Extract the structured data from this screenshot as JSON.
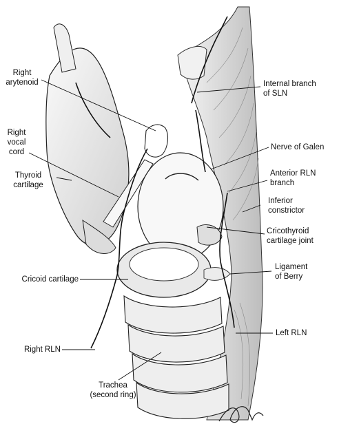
{
  "labels": {
    "right_arytenoid": [
      "Right",
      "arytenoid"
    ],
    "right_vocal_cord": [
      "Right",
      "vocal",
      "cord"
    ],
    "thyroid_cartilage": [
      "Thyroid",
      "cartilage"
    ],
    "cricoid_cartilage": [
      "Cricoid cartilage"
    ],
    "right_rln": [
      "Right RLN"
    ],
    "trachea": [
      "Trachea",
      "(second ring)"
    ],
    "internal_branch_sln": [
      "Internal branch",
      "of SLN"
    ],
    "nerve_of_galen": [
      "Nerve of Galen"
    ],
    "anterior_rln_branch": [
      "Anterior RLN",
      "branch"
    ],
    "inferior_constrictor": [
      "Inferior",
      "constrictor"
    ],
    "cricothyroid_joint": [
      "Cricothyroid",
      "cartilage joint"
    ],
    "ligament_of_berry": [
      "Ligament",
      "of Berry"
    ],
    "left_rln": [
      "Left RLN"
    ]
  },
  "colors": {
    "ink": "#111111",
    "shade": "#c9c9c9",
    "paper": "#ffffff"
  }
}
